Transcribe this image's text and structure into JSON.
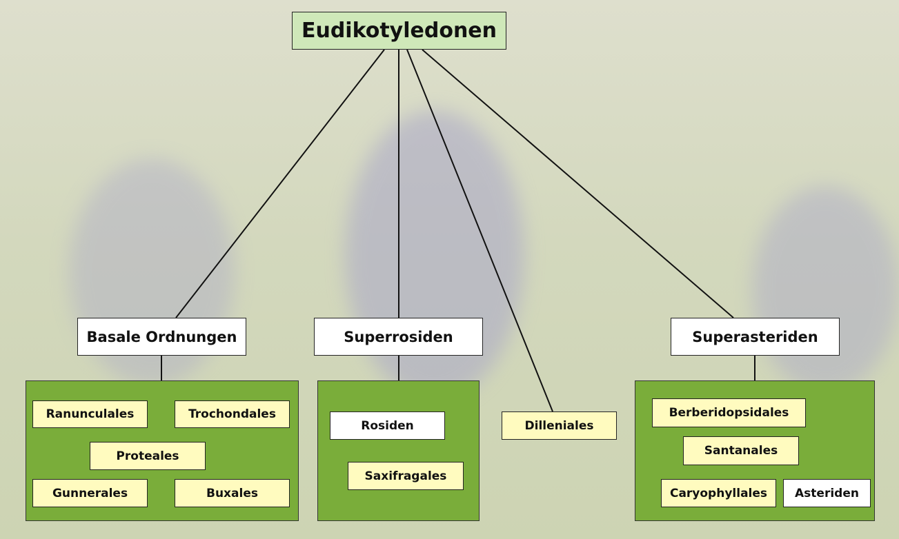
{
  "root": "Eudikotyledonen",
  "clades": {
    "basal": "Basale Ordnungen",
    "rosids": "Superrosiden",
    "asterids": "Superasteriden"
  },
  "basal_orders": [
    "Ranunculales",
    "Trochondales",
    "Proteales",
    "Gunnerales",
    "Buxales"
  ],
  "rosid_orders": [
    "Rosiden",
    "Saxifragales"
  ],
  "dilleniales": "Dilleniales",
  "asterid_orders": [
    "Berberidopsidales",
    "Santanales",
    "Caryophyllales",
    "Asteriden"
  ],
  "colors": {
    "root_fill": "#cfe8b9",
    "group_fill": "#7aad3a",
    "leaf_fill": "#fffbbf"
  }
}
